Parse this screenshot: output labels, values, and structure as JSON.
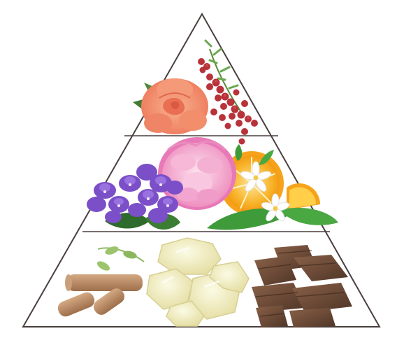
{
  "pyramid": {
    "tiers": [
      {
        "level": "top",
        "ingredients": [
          "rose",
          "pink-pepper"
        ]
      },
      {
        "level": "middle",
        "ingredients": [
          "peony",
          "violet",
          "orange",
          "orange-blossom"
        ]
      },
      {
        "level": "base",
        "ingredients": [
          "sandalwood",
          "amber-resin",
          "oud-wood"
        ]
      }
    ],
    "colors": {
      "outline": "#4a3f3f",
      "rose": "#f08a6a",
      "pink_pepper": "#b8323a",
      "peony": "#f2a6cf",
      "violet": "#7b4fc8",
      "orange": "#f7a21b",
      "blossom": "#ffffff",
      "leaf": "#3f9b3a",
      "sandalwood": "#b98a62",
      "amber": "#f2eec4",
      "oud": "#6b4a38"
    }
  }
}
